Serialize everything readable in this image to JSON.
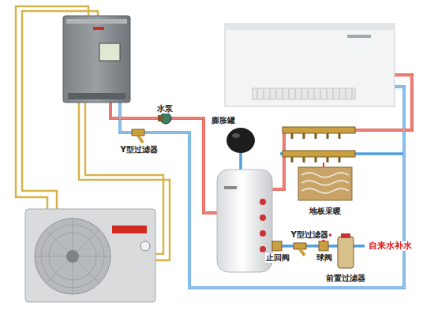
{
  "diagram": {
    "labels": [
      "水泵",
      "膨胀罐",
      "Y型过滤器",
      "地板采暖",
      "Y型过滤器",
      "止回阀",
      "球阀",
      "自来水补水",
      "前置过滤器"
    ]
  }
}
